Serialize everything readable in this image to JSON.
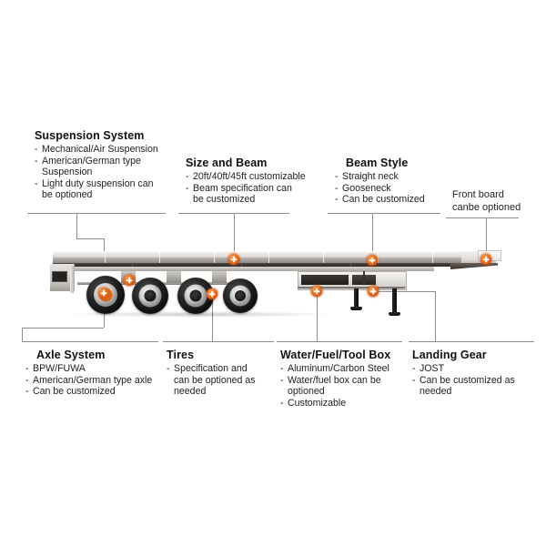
{
  "diagram": {
    "subject": "flatbed-semi-trailer-side-view",
    "accent_color": "#f2701a",
    "leader_color": "#8d8d8d",
    "background": "#ffffff"
  },
  "callouts": [
    {
      "id": "suspension-system",
      "title": "Suspension System",
      "items": [
        {
          "dash": true,
          "text": "Mechanical/Air Suspension"
        },
        {
          "dash": true,
          "text": "American/German type"
        },
        {
          "dash": false,
          "text": "Suspension"
        },
        {
          "dash": true,
          "text": "Light duty suspension can"
        },
        {
          "dash": false,
          "text": "be optioned"
        }
      ]
    },
    {
      "id": "size-and-beam",
      "title": "Size and Beam",
      "items": [
        {
          "dash": true,
          "text": "20ft/40ft/45ft customizable"
        },
        {
          "dash": true,
          "text": "Beam specification can"
        },
        {
          "dash": false,
          "text": "be customized"
        }
      ]
    },
    {
      "id": "beam-style",
      "title": "Beam Style",
      "items": [
        {
          "dash": true,
          "text": "Straight neck"
        },
        {
          "dash": true,
          "text": "Gooseneck"
        },
        {
          "dash": true,
          "text": "Can be customized"
        }
      ]
    },
    {
      "id": "front-board",
      "lines": [
        "Front board",
        "canbe optioned"
      ]
    },
    {
      "id": "axle-system",
      "title": "Axle System",
      "items": [
        {
          "dash": true,
          "text": "BPW/FUWA"
        },
        {
          "dash": true,
          "text": "American/German type axle"
        },
        {
          "dash": true,
          "text": "Can be customized"
        }
      ]
    },
    {
      "id": "tires",
      "title": "Tires",
      "items": [
        {
          "dash": true,
          "text": "Specification and"
        },
        {
          "dash": false,
          "text": "can be optioned as"
        },
        {
          "dash": false,
          "text": "needed"
        }
      ]
    },
    {
      "id": "water-fuel-tool-box",
      "title": "Water/Fuel/Tool Box",
      "items": [
        {
          "dash": true,
          "text": "Aluminum/Carbon Steel"
        },
        {
          "dash": true,
          "text": "Water/fuel box can be"
        },
        {
          "dash": false,
          "text": "optioned"
        },
        {
          "dash": true,
          "text": "Customizable"
        }
      ]
    },
    {
      "id": "landing-gear",
      "title": "Landing Gear",
      "items": [
        {
          "dash": true,
          "text": "JOST"
        },
        {
          "dash": true,
          "text": "Can be customized as"
        },
        {
          "dash": false,
          "text": "needed"
        }
      ]
    }
  ],
  "markers": [
    {
      "id": "marker-suspension",
      "target": "suspension-system"
    },
    {
      "id": "marker-tires",
      "target": "tires"
    },
    {
      "id": "marker-size-beam",
      "target": "size-and-beam"
    },
    {
      "id": "marker-tool-box",
      "target": "water-fuel-tool-box"
    },
    {
      "id": "marker-beam-style",
      "target": "beam-style"
    },
    {
      "id": "marker-landing-gear",
      "target": "landing-gear"
    },
    {
      "id": "marker-front-board",
      "target": "front-board"
    }
  ]
}
